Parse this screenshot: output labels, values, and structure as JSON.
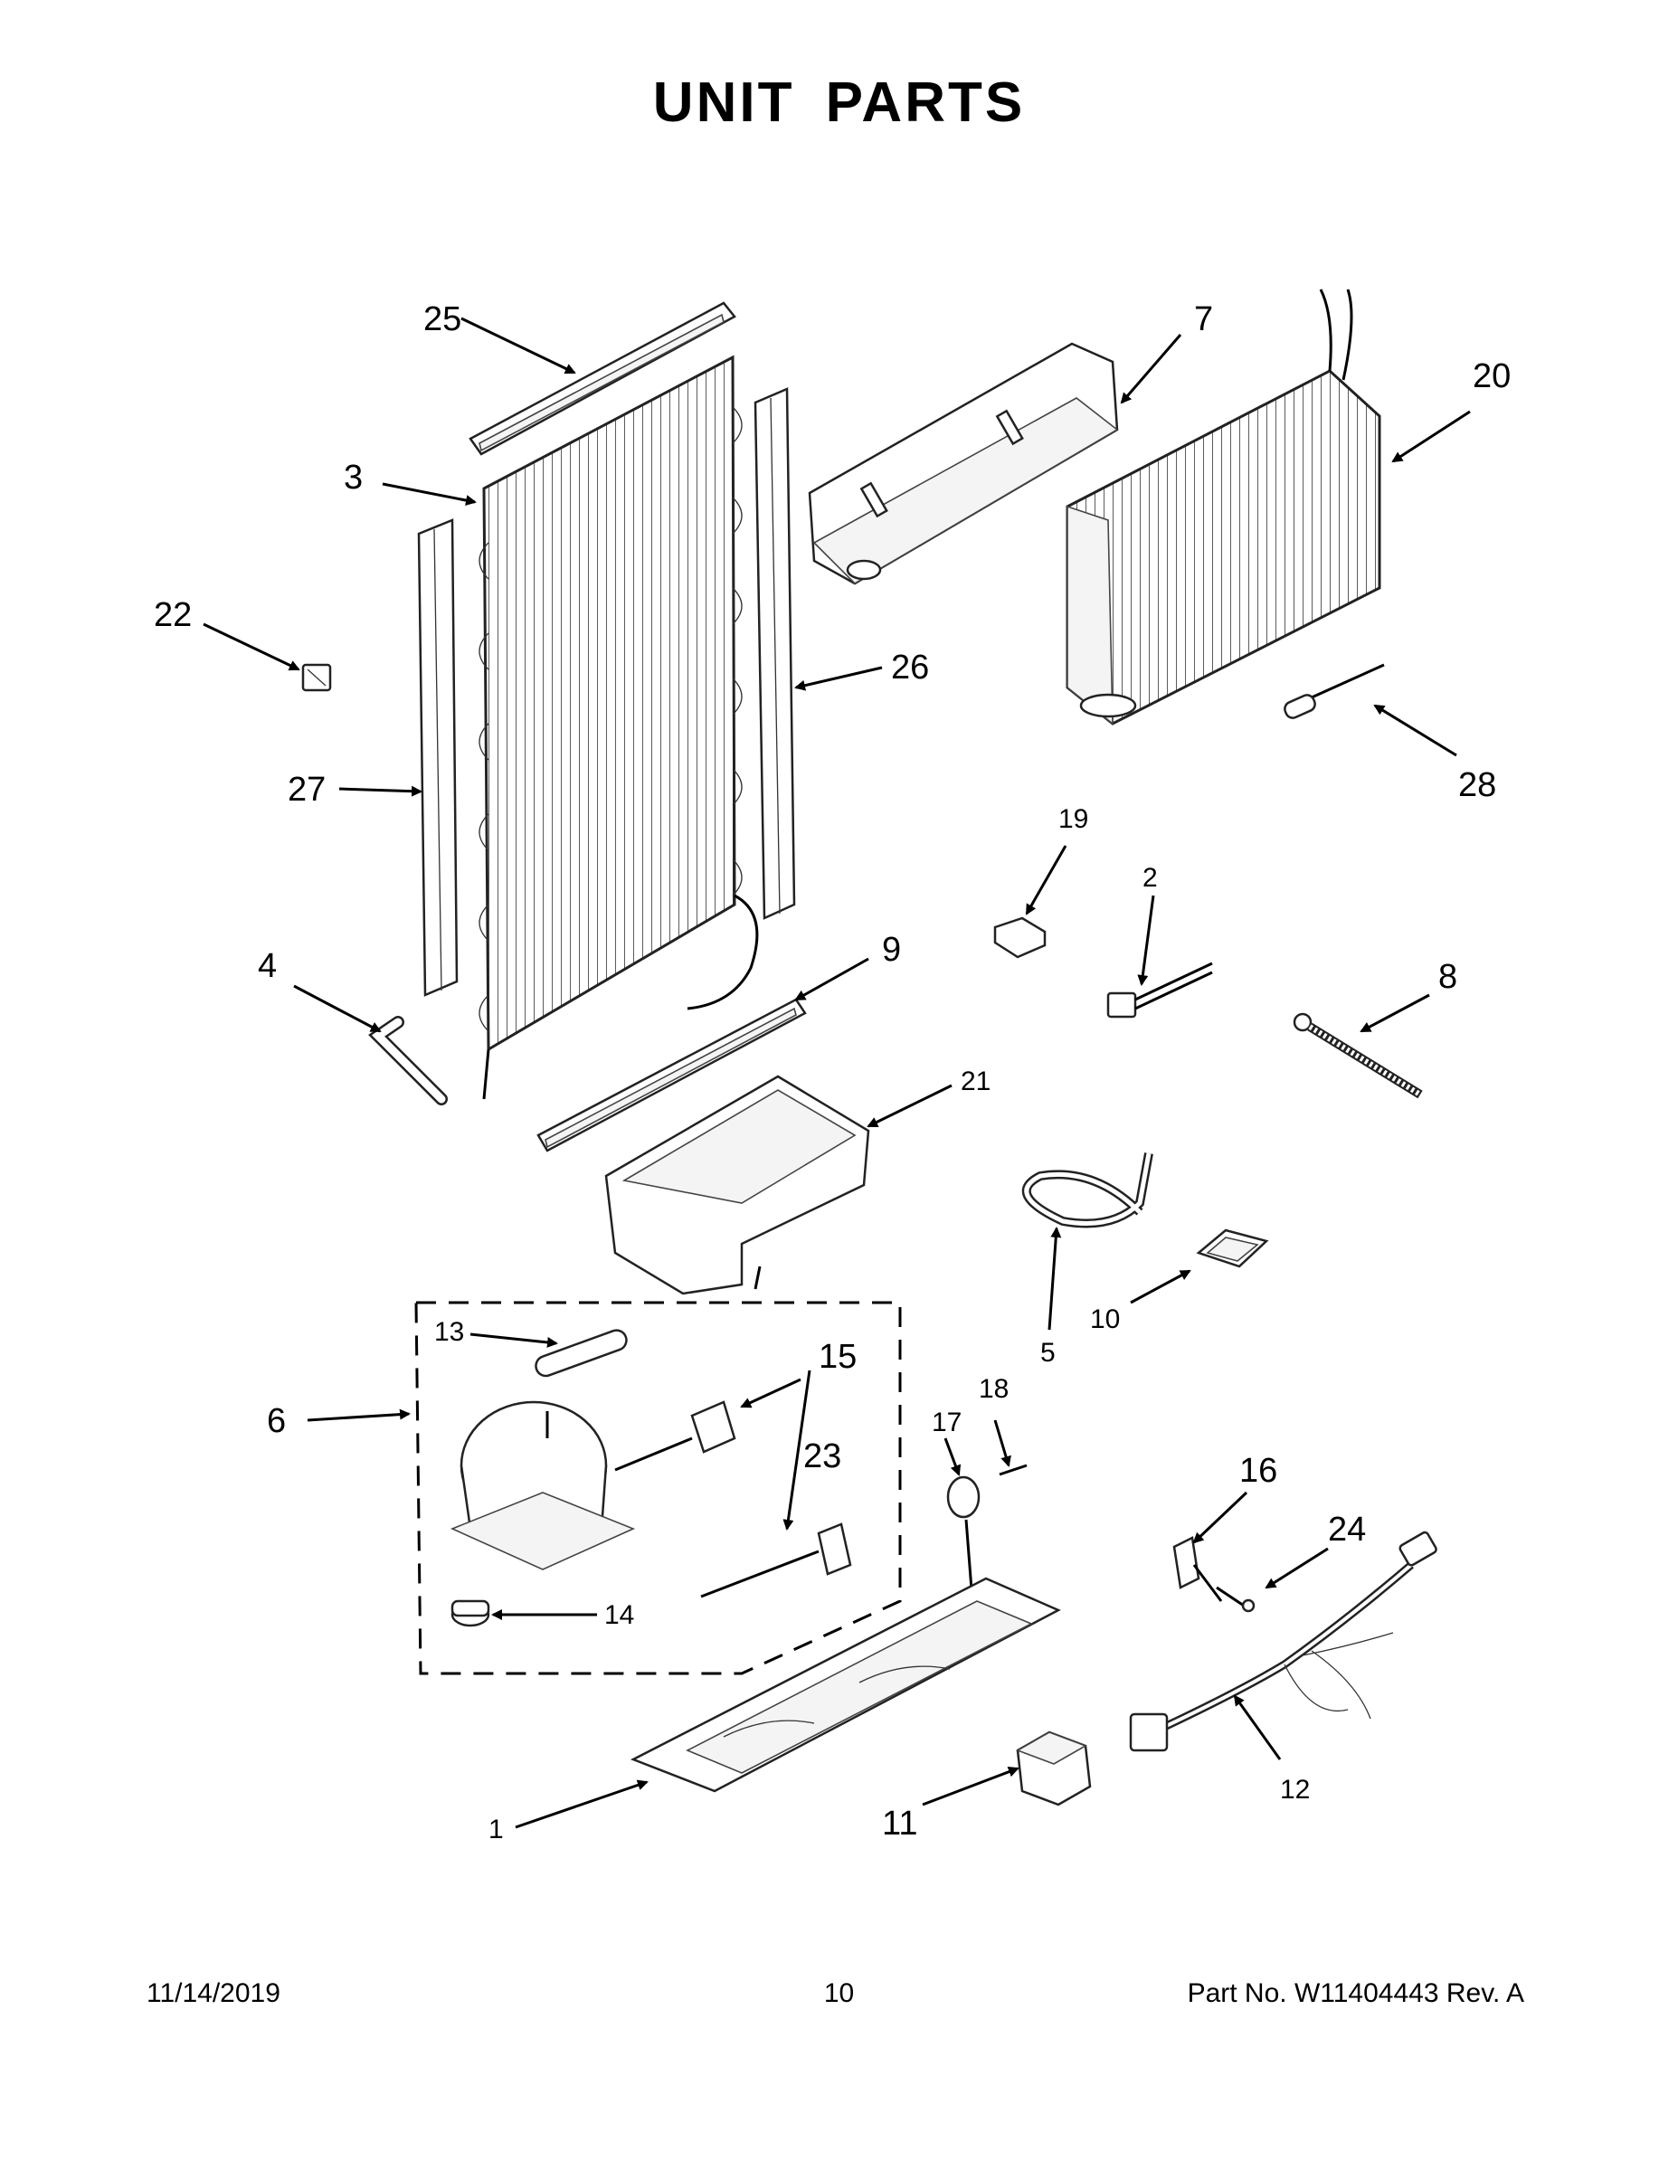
{
  "page": {
    "title": "UNIT  PARTS",
    "footer": {
      "date": "11/14/2019",
      "page_number": "10",
      "part_number": "Part No.  W11404443  Rev.  A"
    }
  },
  "callouts": {
    "c1": "1",
    "c2": "2",
    "c3": "3",
    "c4": "4",
    "c5": "5",
    "c6": "6",
    "c7": "7",
    "c8": "8",
    "c9": "9",
    "c10": "10",
    "c11": "11",
    "c12": "12",
    "c13": "13",
    "c14": "14",
    "c15": "15",
    "c16": "16",
    "c17": "17",
    "c18": "18",
    "c19": "19",
    "c20": "20",
    "c21": "21",
    "c22": "22",
    "c23": "23",
    "c24": "24",
    "c25": "25",
    "c26": "26",
    "c27": "27",
    "c28": "28"
  }
}
